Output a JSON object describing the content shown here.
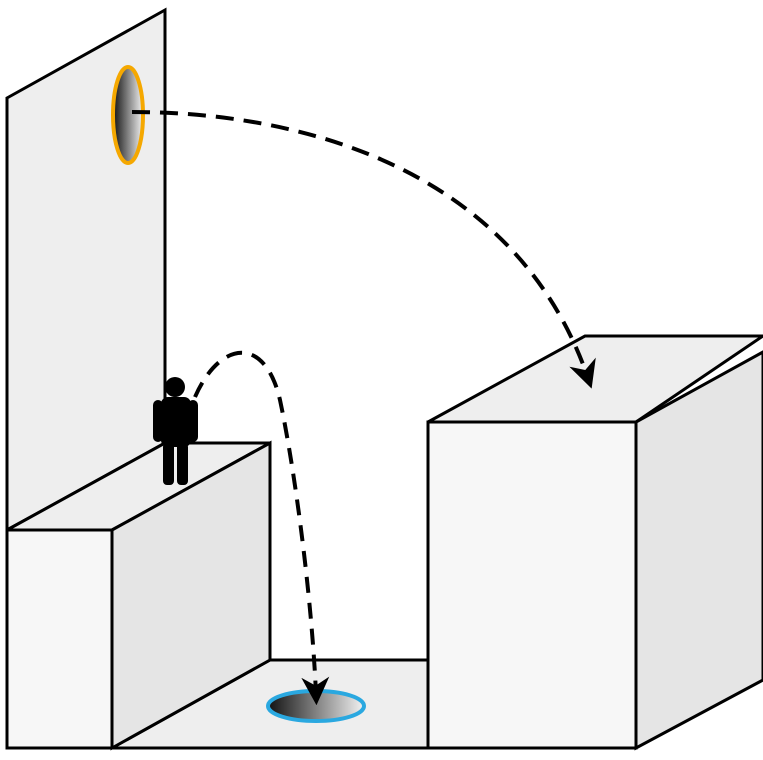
{
  "colors": {
    "background": "#ffffff",
    "surface_light": "#f5f5f5",
    "surface_mid": "#eeeeee",
    "surface_dark": "#e5e5e5",
    "outline": "#000000",
    "portal_orange": "#f5a800",
    "portal_blue": "#2aa8e0",
    "person": "#000000"
  },
  "elements": {
    "tall_wall": "tall-wall",
    "left_ledge": "left-ledge",
    "right_block": "right-block",
    "floor_pit": "floor-pit",
    "orange_portal": "orange-portal",
    "blue_portal": "blue-portal",
    "person": "person-icon",
    "jump_arc": "jump-trajectory",
    "portal_arc": "portal-exit-trajectory"
  }
}
